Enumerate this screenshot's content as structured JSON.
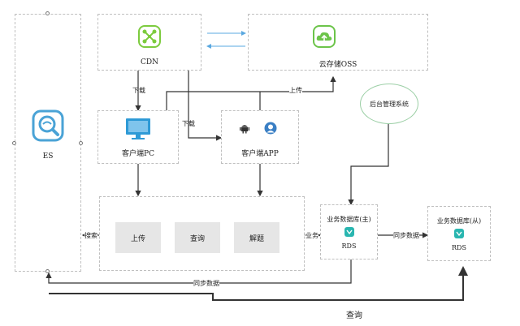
{
  "nodes": {
    "es": "ES",
    "cdn": "CDN",
    "oss": "云存储OSS",
    "pc": "客户端PC",
    "app": "客户端APP",
    "admin": "后台管理系统",
    "db_main": "业务数据库(主)",
    "db_main_sub": "RDS",
    "db_slave": "业务数据库(从)",
    "db_slave_sub": "RDS"
  },
  "actions": {
    "upload": "上传",
    "query": "查询",
    "solve": "解题"
  },
  "edges": {
    "download_pc": "下载",
    "download_app": "下载",
    "upload_oss": "上传",
    "search": "搜索",
    "business": "业务",
    "sync_replica": "同步数据",
    "sync_es": "同步数据",
    "query_bottom": "查询"
  },
  "icons": {
    "es": "es-magnifier-icon",
    "cdn": "cdn-network-icon",
    "oss": "cloud-upload-icon",
    "pc": "monitor-icon",
    "android": "android-icon",
    "ios": "apple-user-icon",
    "rds": "rds-database-icon"
  },
  "colors": {
    "es_icon": "#4aa3d6",
    "cdn_icon": "#7ccb3e",
    "oss_icon": "#6cc44a",
    "pc_icon": "#2e9ad6",
    "rds_icon": "#29b6b0",
    "admin_border": "#9ccfa6",
    "sync_arrow": "#5aa8e0"
  }
}
